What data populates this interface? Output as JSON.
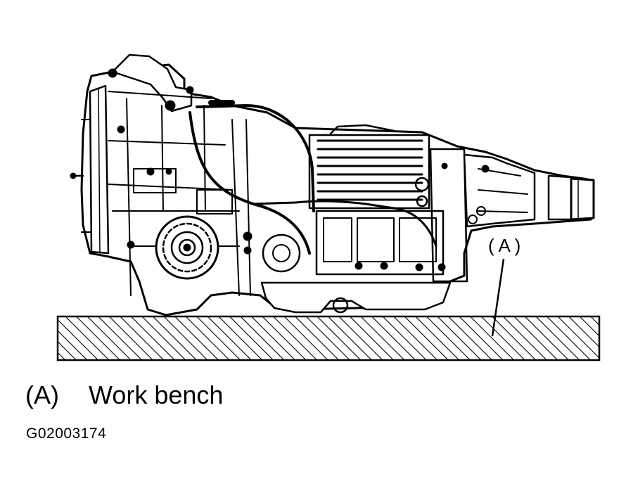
{
  "diagram": {
    "callout_label": "( A )",
    "legend": {
      "key": "(A)",
      "text": "Work bench"
    },
    "figure_id": "G02003174"
  },
  "colors": {
    "ink": "#000000",
    "paper": "#ffffff"
  }
}
